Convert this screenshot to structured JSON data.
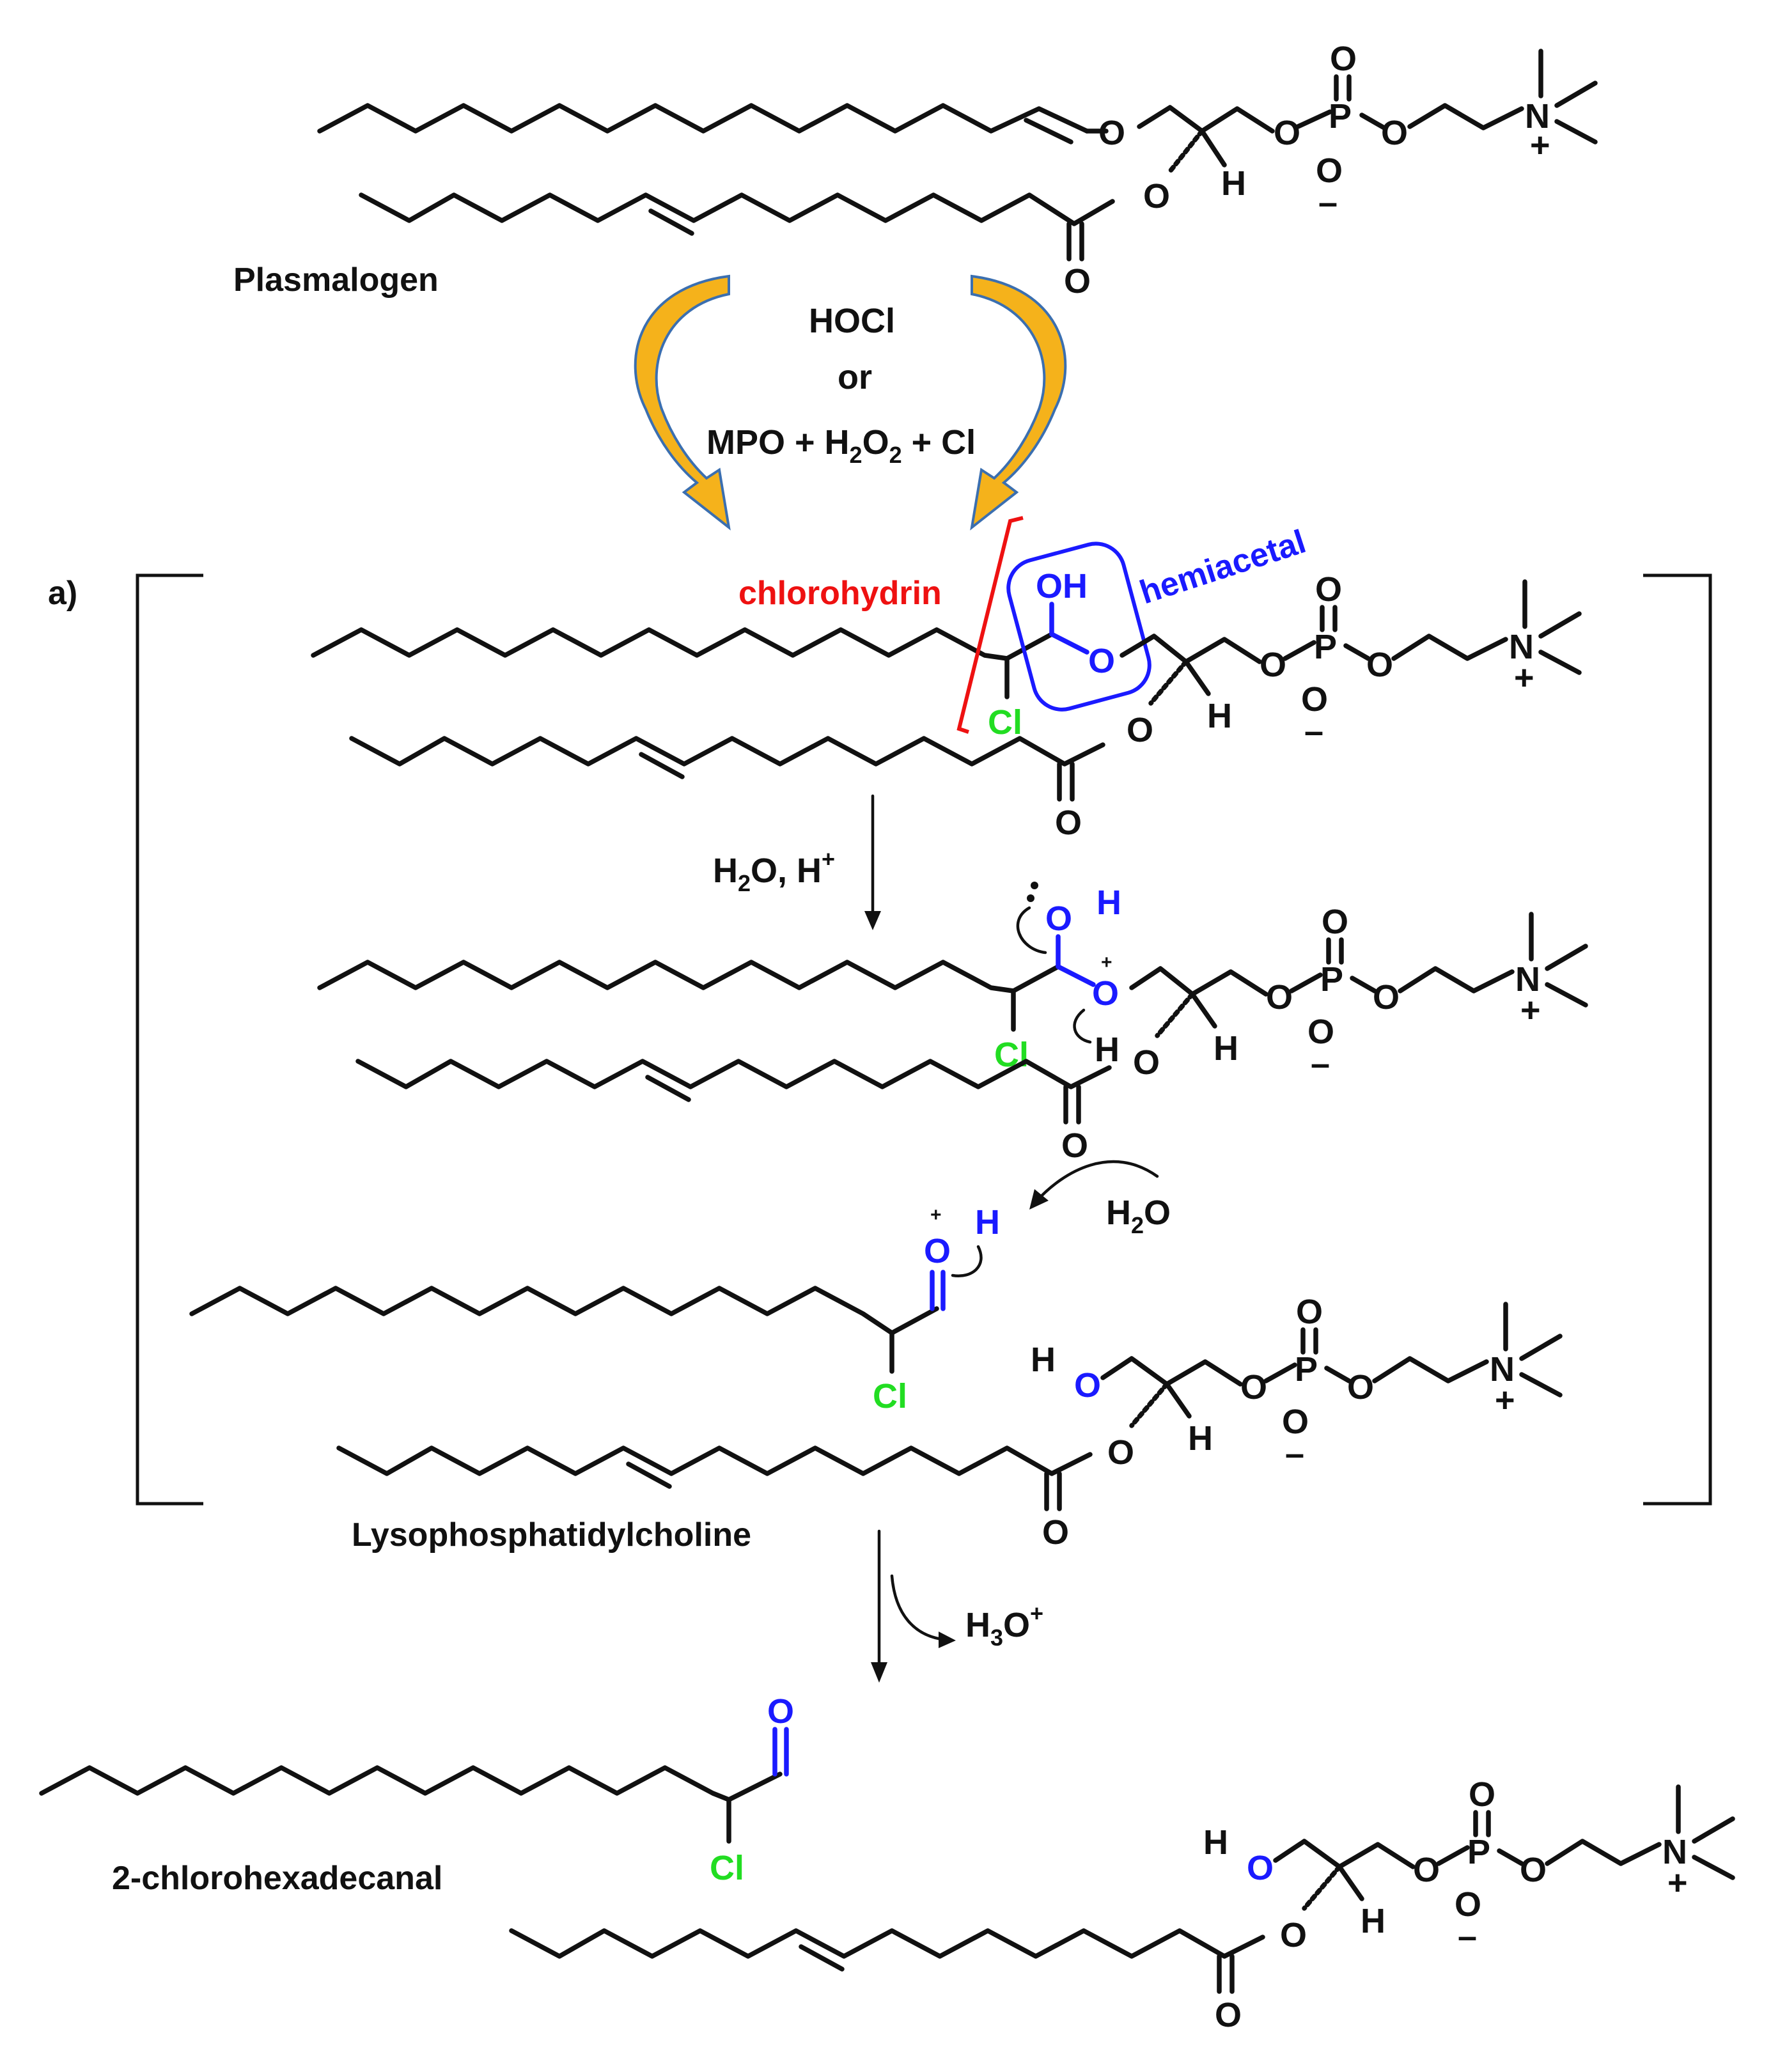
{
  "labels": {
    "plasmalogen": "Plasmalogen",
    "lyso": "Lysophosphatidylcholine",
    "product": "2-chlorohexadecanal",
    "panel": "a)",
    "chlorohydrin": "chlorohydrin",
    "hemiacetal": "hemiacetal"
  },
  "reagents": {
    "line1": "HOCl",
    "line2": "or",
    "line3_mpo": "MPO + H",
    "line3_sub1": "2",
    "line3_o": "O",
    "line3_sub2": "2",
    "line3_cl": " + Cl",
    "step2_a": "H",
    "step2_sub": "2",
    "step2_b": "O, H",
    "step2_sup": "+",
    "water_a": "H",
    "water_sub": "2",
    "water_b": "O",
    "h3o_a": "H",
    "h3o_sub": "3",
    "h3o_b": "O",
    "h3o_sup": "+"
  },
  "atoms": {
    "O": "O",
    "P": "P",
    "N": "N",
    "H": "H",
    "OH": "OH",
    "Cl": "Cl",
    "plus": "+",
    "minus": "–"
  },
  "colors": {
    "bond": "#111111",
    "oxygen_highlight": "#1a1aff",
    "chlorine": "#22dd22",
    "chlorohydrin": "#ee1111",
    "arrow_fill": "#f5b21b",
    "arrow_stroke": "#3b6fb0"
  }
}
